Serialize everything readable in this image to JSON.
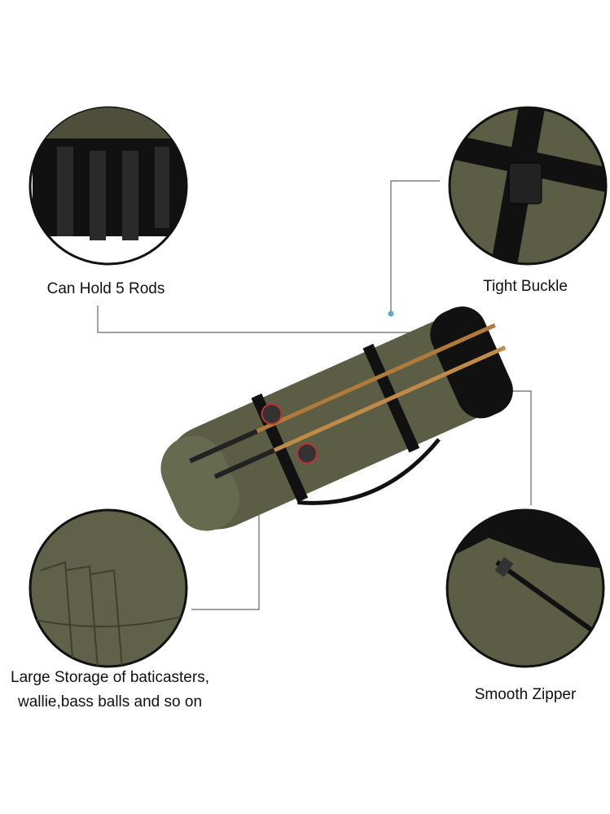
{
  "features": {
    "rods": {
      "label": "Can Hold 5 Rods"
    },
    "buckle": {
      "label": "Tight Buckle"
    },
    "storage": {
      "line1": "Large Storage of baticasters,",
      "line2": "wallie,bass balls and so on"
    },
    "zipper": {
      "label": "Smooth Zipper"
    }
  },
  "colors": {
    "canvas": "#5b5e45",
    "black": "#111111",
    "connector": "#555555",
    "dot": "#5aa9d6"
  }
}
